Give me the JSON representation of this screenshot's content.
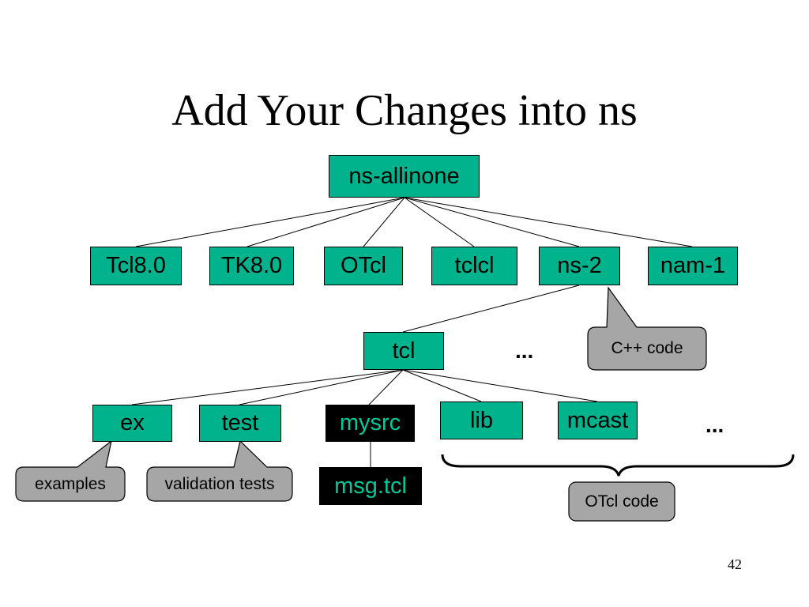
{
  "title": "Add Your Changes into ns",
  "page_number": "42",
  "colors": {
    "node_green": "#00b38c",
    "node_black": "#000000",
    "node_black_text": "#00c99a",
    "callout_gray": "#a6a6a6"
  },
  "nodes": {
    "root": "ns-allinone",
    "tcl80": "Tcl8.0",
    "tk80": "TK8.0",
    "otcl": "OTcl",
    "tclcl": "tclcl",
    "ns2": "ns-2",
    "nam1": "nam-1",
    "tcl": "tcl",
    "ex": "ex",
    "test": "test",
    "mysrc": "mysrc",
    "lib": "lib",
    "mcast": "mcast",
    "msgtcl": "msg.tcl"
  },
  "callouts": {
    "cpp": "C++ code",
    "examples": "examples",
    "validation": "validation tests",
    "otcl_code": "OTcl code"
  },
  "ellipsis": {
    "middle": "...",
    "right": "..."
  }
}
